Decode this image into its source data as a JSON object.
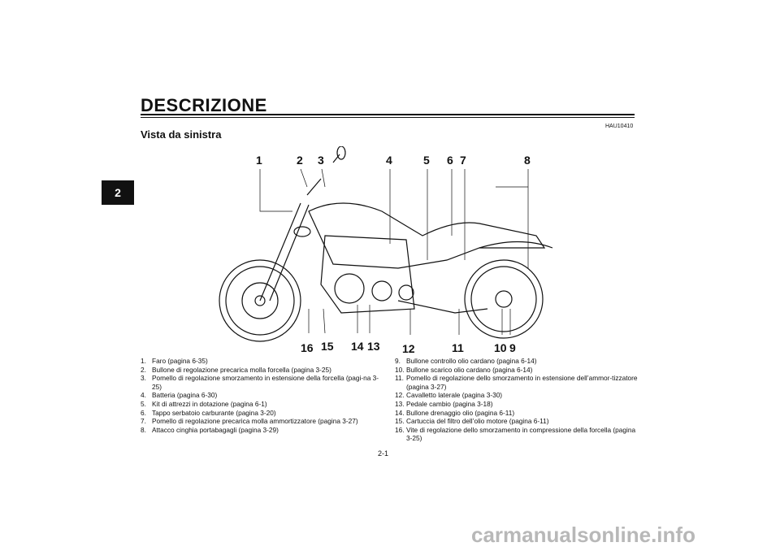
{
  "tab_number": "2",
  "title": "DESCRIZIONE",
  "code": "HAU10410",
  "subtitle": "Vista da sinistra",
  "callouts": [
    "1",
    "2",
    "3",
    "4",
    "5",
    "6",
    "7",
    "8",
    "9",
    "10",
    "11",
    "12",
    "13",
    "14",
    "15",
    "16"
  ],
  "list_left": [
    {
      "n": "1.",
      "text": "Faro (pagina 6-35)"
    },
    {
      "n": "2.",
      "text": "Bullone di regolazione precarica molla forcella (pagina 3-25)"
    },
    {
      "n": "3.",
      "text": "Pomello di regolazione smorzamento in estensione della forcella (pagi-na 3-25)"
    },
    {
      "n": "4.",
      "text": "Batteria (pagina 6-30)"
    },
    {
      "n": "5.",
      "text": "Kit di attrezzi in dotazione (pagina 6-1)"
    },
    {
      "n": "6.",
      "text": "Tappo serbatoio carburante (pagina 3-20)"
    },
    {
      "n": "7.",
      "text": "Pomello di regolazione precarica molla ammortizzatore (pagina 3-27)"
    },
    {
      "n": "8.",
      "text": "Attacco cinghia portabagagli (pagina 3-29)"
    }
  ],
  "list_right": [
    {
      "n": "9.",
      "text": "Bullone controllo olio cardano (pagina 6-14)"
    },
    {
      "n": "10.",
      "text": "Bullone scarico olio cardano (pagina 6-14)"
    },
    {
      "n": "11.",
      "text": "Pomello di regolazione dello smorzamento in estensione dell’ammor-tizzatore (pagina 3-27)"
    },
    {
      "n": "12.",
      "text": "Cavalletto laterale (pagina 3-30)"
    },
    {
      "n": "13.",
      "text": "Pedale cambio (pagina 3-18)"
    },
    {
      "n": "14.",
      "text": "Bullone drenaggio olio (pagina 6-11)"
    },
    {
      "n": "15.",
      "text": "Cartuccia del filtro dell’olio motore (pagina 6-11)"
    },
    {
      "n": "16.",
      "text": "Vite di regolazione dello smorzamento in compressione della forcella (pagina 3-25)"
    }
  ],
  "page_number": "2-1",
  "watermark": "carmanualsonline.info"
}
